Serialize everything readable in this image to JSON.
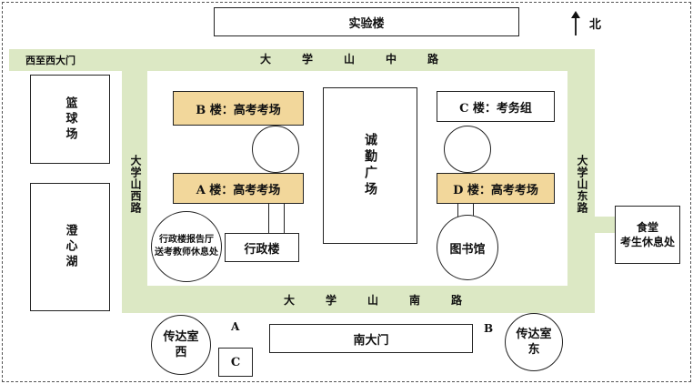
{
  "north": {
    "label": "北"
  },
  "buildings": {
    "lab": "实验楼",
    "basketball": "篮球场",
    "lake": "澄心湖",
    "b_exam": "B 楼：高考考场",
    "a_exam": "A 楼：高考考场",
    "c_office": "C 楼：考务组",
    "d_exam": "D 楼：高考考场",
    "square": "诚勤广场",
    "admin": "行政楼",
    "hall": [
      "行政楼报告厅",
      "送考教师休息处"
    ],
    "library": "图书馆",
    "canteen": [
      "食堂",
      "考生休息处"
    ],
    "south_gate": "南大门",
    "guard_west": [
      "传达室",
      "西"
    ],
    "guard_east": [
      "传达室",
      "东"
    ],
    "west_gate": "西至西大门"
  },
  "roads": {
    "middle": "大学山中路",
    "south": "大学山南路",
    "west": "大学山西路",
    "east": "大学山东路"
  },
  "markers": {
    "a": "A",
    "b": "B",
    "c": "C"
  },
  "colors": {
    "road": "#dce8c4",
    "exam": "#f2d79b"
  }
}
